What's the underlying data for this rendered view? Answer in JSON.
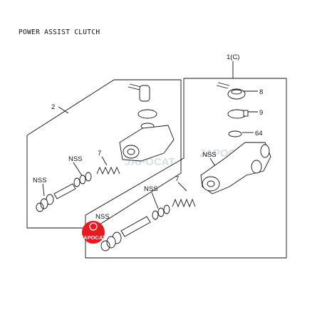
{
  "title": "POWER ASSIST CLUTCH",
  "callouts": {
    "assembly_1c": "1(C)",
    "assembly_2": "2",
    "part_8": "8",
    "part_9": "9",
    "part_64": "64",
    "part_7_upper": "7",
    "part_7_lower": "7",
    "nss_upper": "NSS",
    "nss_left": "NSS",
    "nss_right_inner": "NSS",
    "nss_lower": "NSS",
    "nss_bottom": "NSS"
  },
  "watermark": "JAPOCAT",
  "logo": {
    "text": "JAPOCAT",
    "color": "#e8191f"
  }
}
